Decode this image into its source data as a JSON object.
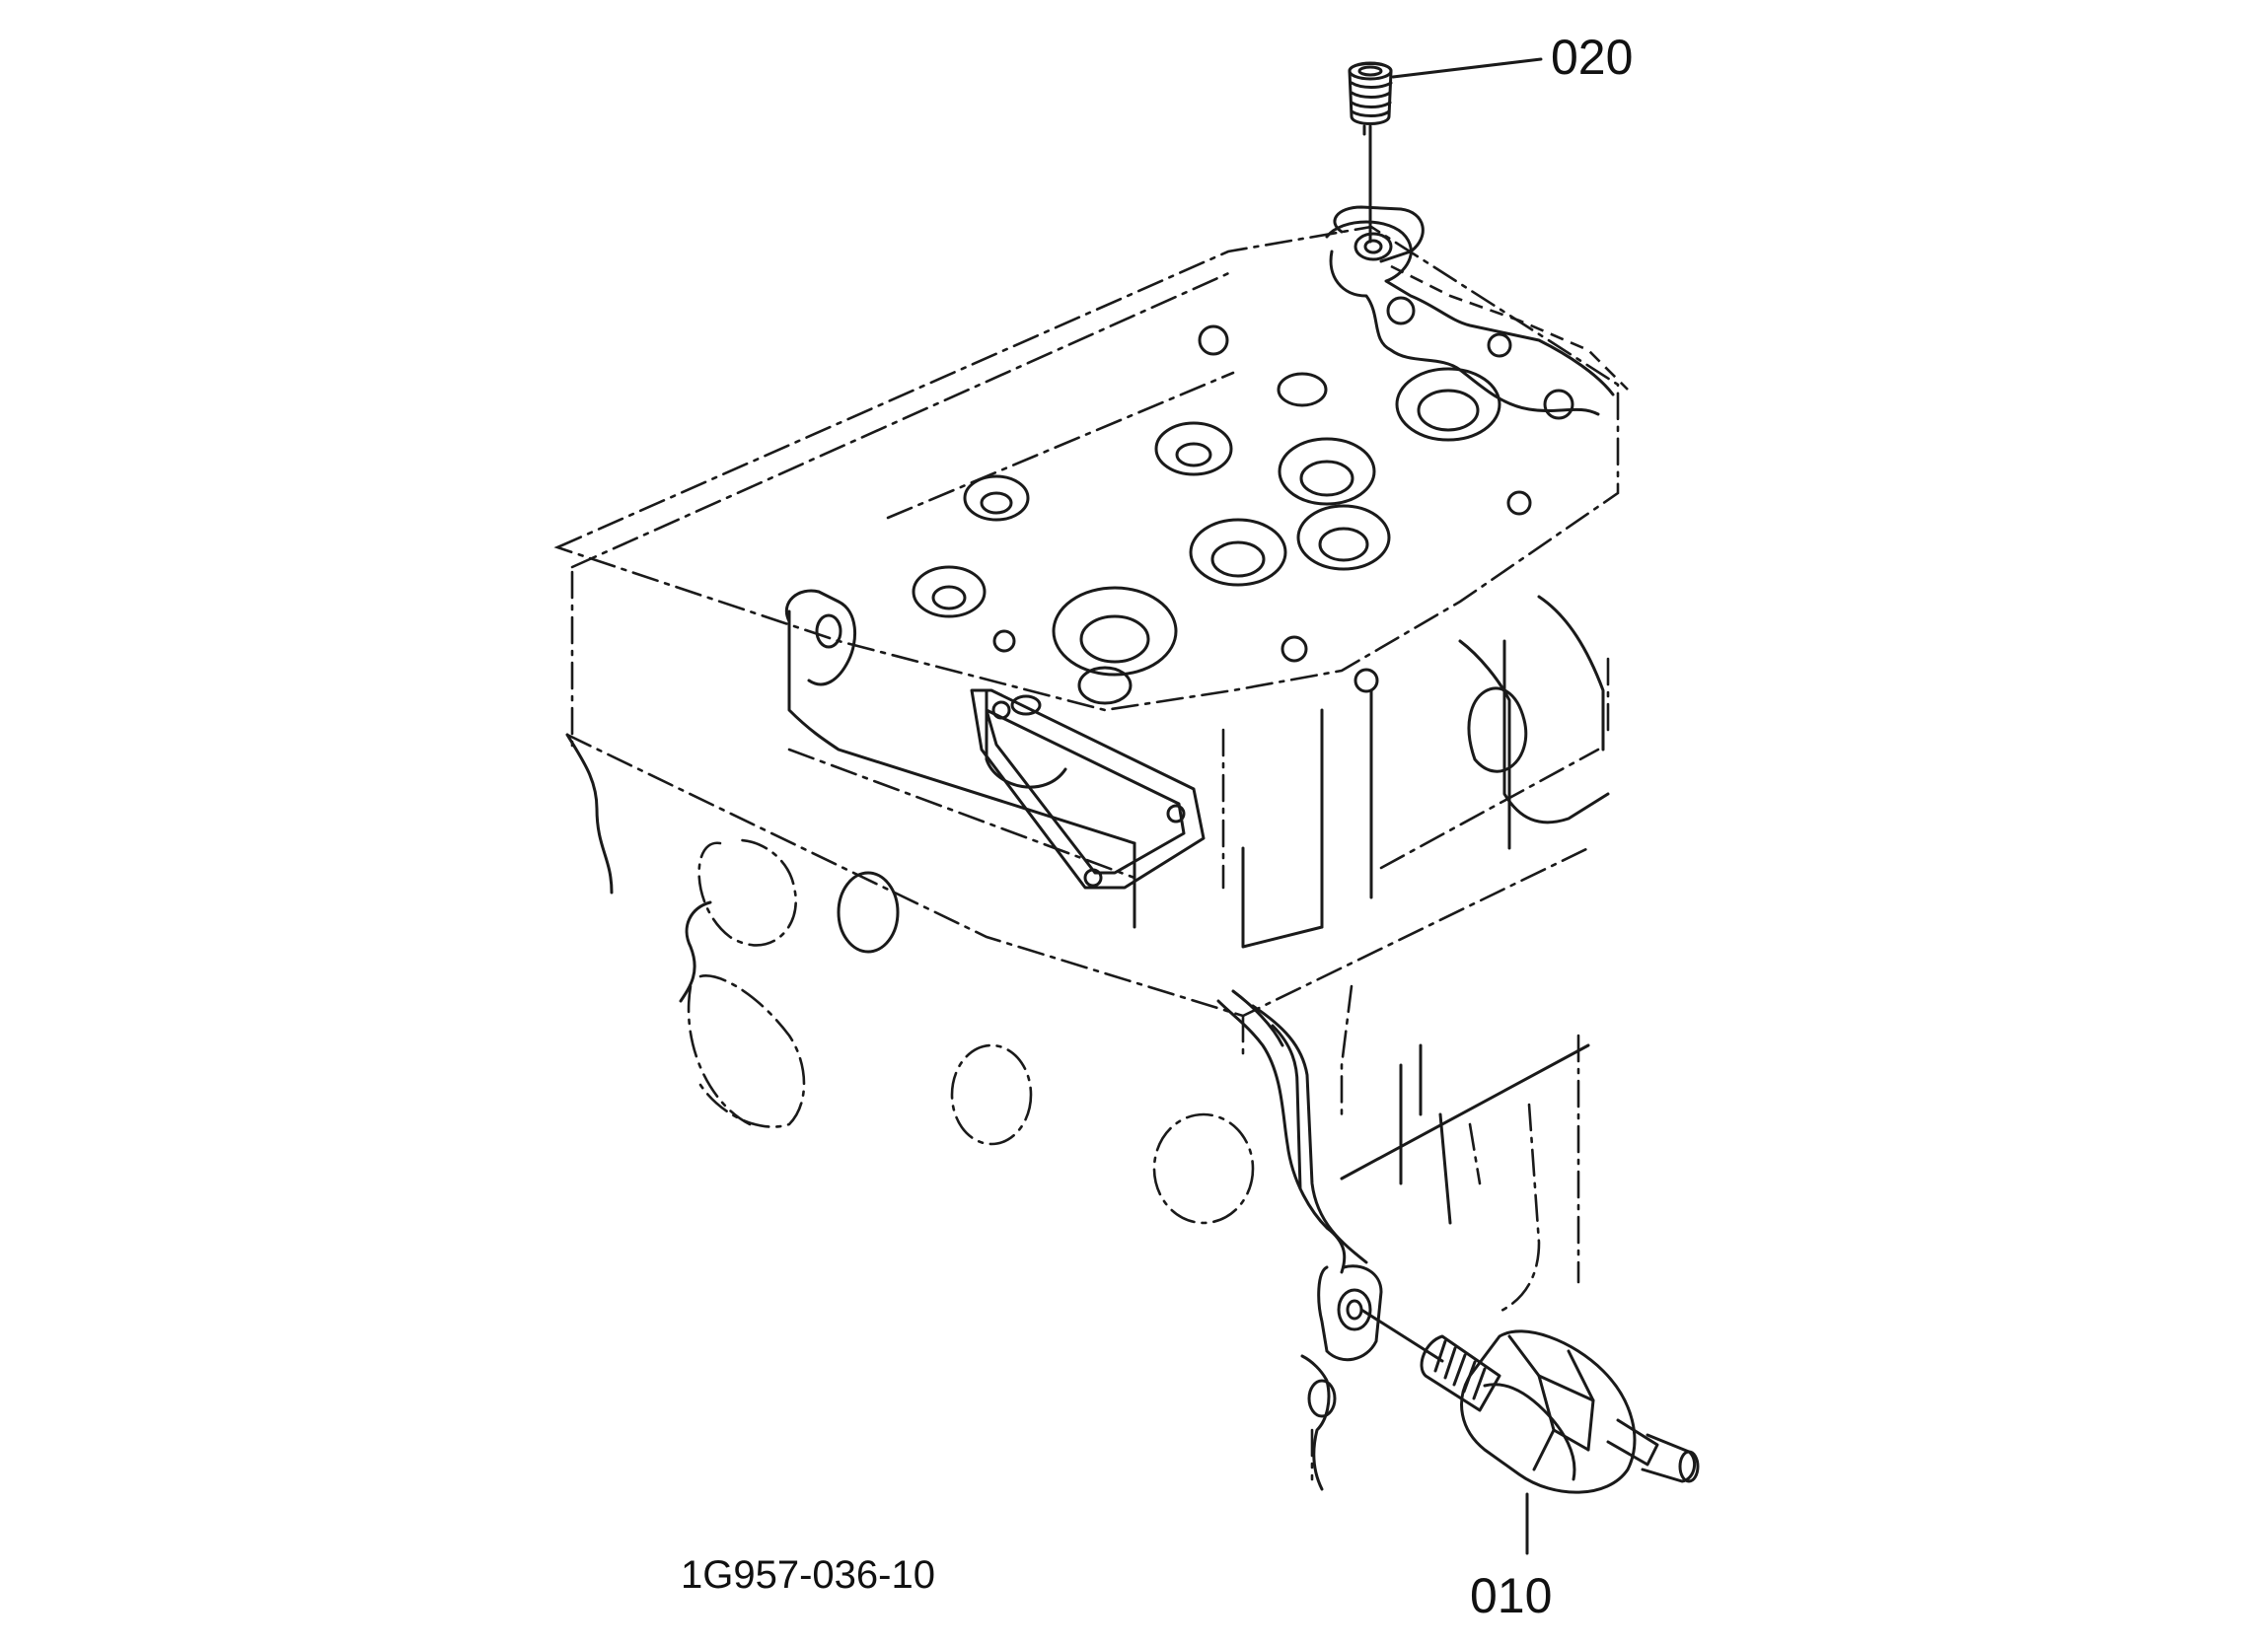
{
  "diagram": {
    "parts": [
      {
        "id": "020",
        "label": "020",
        "icon": "plug-screw-icon"
      },
      {
        "id": "010",
        "label": "010",
        "icon": "pressure-switch-icon"
      }
    ],
    "drawing_number": "1G957-036-10",
    "line_color": "#1a1a1a"
  }
}
